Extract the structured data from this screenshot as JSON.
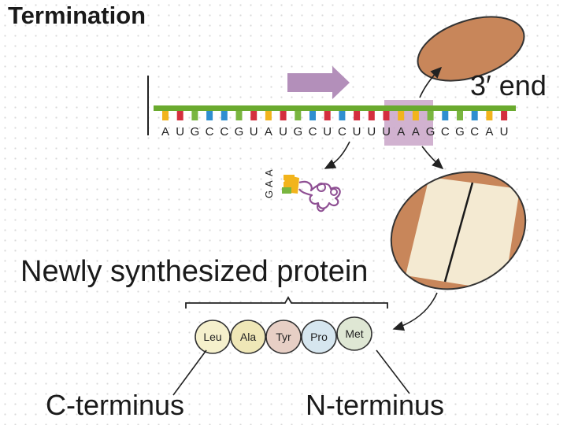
{
  "title": "Termination",
  "end_label": "3′ end",
  "protein_label": "Newly synthesized protein",
  "c_terminus_label": "C-terminus",
  "n_terminus_label": "N-terminus",
  "mrna": {
    "sequence": [
      "A",
      "U",
      "G",
      "C",
      "C",
      "G",
      "U",
      "A",
      "U",
      "G",
      "C",
      "U",
      "C",
      "U",
      "U",
      "U",
      "A",
      "A",
      "G",
      "C",
      "G",
      "C",
      "A",
      "U"
    ],
    "stop_codon_index": 15,
    "direction_arrow": "right-arrow"
  },
  "trna": {
    "anticodon": [
      "G",
      "A",
      "A"
    ]
  },
  "amino_acids": [
    "Leu",
    "Ala",
    "Tyr",
    "Pro",
    "Met"
  ],
  "colors": {
    "backbone": "#6aaa2e",
    "base_A": "#f2b41c",
    "base_U": "#d42f3e",
    "base_G": "#7ab640",
    "base_C": "#2f8fd0",
    "ribosome": "#c8865a",
    "ribosome_inner": "#f4ead2",
    "highlight": "#c9a4c8",
    "arrow": "#b38fba",
    "amino_acids": [
      "#f5f0cc",
      "#efe7b7",
      "#e7cfc5",
      "#d6e6ef",
      "#dfe7d4"
    ]
  }
}
